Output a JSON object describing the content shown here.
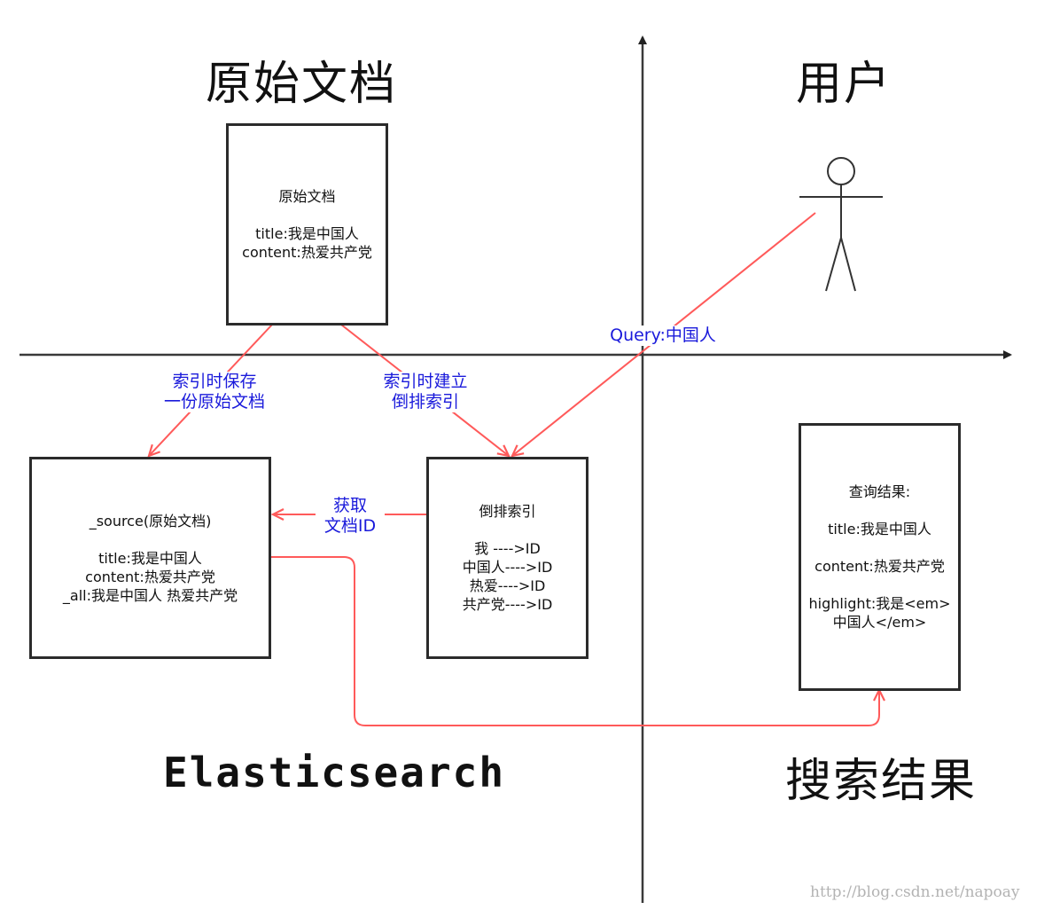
{
  "quadrants": {
    "source_docs": "原始文档",
    "user": "用户",
    "elasticsearch": "Elasticsearch",
    "search_results": "搜索结果"
  },
  "boxes": {
    "original_doc": {
      "title": "原始文档",
      "lines": [
        "title:我是中国人",
        "content:热爱共产党"
      ]
    },
    "source_doc": {
      "title": "_source(原始文档)",
      "lines": [
        "title:我是中国人",
        "content:热爱共产党",
        "_all:我是中国人 热爱共产党"
      ]
    },
    "inverted_index": {
      "title": "倒排索引",
      "lines": [
        "我 ---->ID",
        "中国人---->ID",
        "热爱---->ID",
        "共产党---->ID"
      ]
    },
    "query_result": {
      "title": "查询结果:",
      "line1": "title:我是中国人",
      "line2": "content:热爱共产党",
      "line3": "highlight:我是<em>",
      "line4": "中国人</em>"
    }
  },
  "arrow_labels": {
    "save_copy": [
      "索引时保存",
      "一份原始文档"
    ],
    "build_index": [
      "索引时建立",
      "倒排索引"
    ],
    "get_id": [
      "获取",
      "文档ID"
    ],
    "query": "Query:中国人"
  },
  "watermark": "http://blog.csdn.net/napoay",
  "colors": {
    "arrow": "#ff5a5a",
    "label": "#1a1adb",
    "border": "#2b2b2b",
    "axis": "#3a3a3a"
  }
}
